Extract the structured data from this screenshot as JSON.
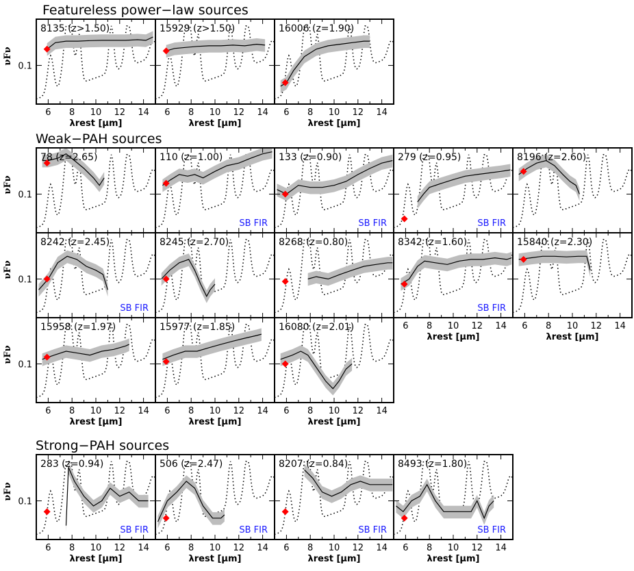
{
  "sections": [
    {
      "title": "Featureless power−law sources"
    },
    {
      "title": "Weak−PAH sources"
    },
    {
      "title": "Strong−PAH sources"
    }
  ],
  "axes": {
    "x_ticks": [
      "6",
      "8",
      "10",
      "12",
      "14"
    ],
    "y_tick": "0.1",
    "ylabel": "νFν",
    "xlabel": "λrest [μm]"
  },
  "sb_label": "SB FIR",
  "colors": {
    "spectrum": "#000000",
    "band": "#bdbdbd",
    "template": "#000000",
    "marker": "#ff0000",
    "sb_text": "#1a1aff"
  },
  "chart_data": {
    "type": "line",
    "x_range": [
      5,
      15
    ],
    "x_ticks": [
      6,
      8,
      10,
      12,
      14
    ],
    "y_scale": "log",
    "panels": [
      {
        "section": 0,
        "label": "8135 (z>1.50)",
        "sb": false,
        "marker": [
          5.9,
          0.14
        ],
        "x": [
          5.9,
          6.6,
          7.5,
          8.5,
          9.5,
          10.5,
          11.5,
          12.5,
          13.5,
          14.2,
          14.8
        ],
        "y": [
          0.14,
          0.16,
          0.165,
          0.165,
          0.167,
          0.168,
          0.168,
          0.168,
          0.17,
          0.168,
          0.18
        ]
      },
      {
        "section": 0,
        "label": "15929 (z>1.50)",
        "sb": false,
        "marker": [
          5.9,
          0.135
        ],
        "x": [
          5.9,
          6.6,
          7.5,
          8.5,
          9.5,
          10.5,
          11.5,
          12.5,
          13.5,
          14.2
        ],
        "y": [
          0.135,
          0.142,
          0.145,
          0.148,
          0.15,
          0.15,
          0.152,
          0.15,
          0.155,
          0.152
        ]
      },
      {
        "section": 0,
        "label": "16006 (z=1.90)",
        "sb": false,
        "marker": [
          5.9,
          0.07
        ],
        "x": [
          5.5,
          6.0,
          6.6,
          7.5,
          8.5,
          9.5,
          10.5,
          11.5,
          12.5,
          13.0
        ],
        "y": [
          0.065,
          0.07,
          0.09,
          0.12,
          0.14,
          0.15,
          0.155,
          0.16,
          0.165,
          0.165
        ]
      },
      {
        "section": 1,
        "label": "78 (z=2.65)",
        "sb": false,
        "marker": [
          5.9,
          0.19
        ],
        "x": [
          5.5,
          6.0,
          6.8,
          7.5,
          8.2,
          9.0,
          9.8,
          10.3,
          10.7
        ],
        "y": [
          0.2,
          0.2,
          0.21,
          0.23,
          0.2,
          0.17,
          0.14,
          0.12,
          0.14
        ]
      },
      {
        "section": 1,
        "label": "110 (z=1.00)",
        "sb": true,
        "marker": [
          5.9,
          0.125
        ],
        "x": [
          5.6,
          6.3,
          7.0,
          7.7,
          8.3,
          9.0,
          10.0,
          11.0,
          12.0,
          13.0,
          14.0,
          14.8
        ],
        "y": [
          0.12,
          0.135,
          0.15,
          0.145,
          0.15,
          0.14,
          0.16,
          0.18,
          0.19,
          0.21,
          0.23,
          0.24
        ]
      },
      {
        "section": 1,
        "label": "133 (z=0.90)",
        "sb": true,
        "marker": [
          5.9,
          0.1
        ],
        "x": [
          5.2,
          6.0,
          7.0,
          8.0,
          9.0,
          10.0,
          11.0,
          12.0,
          13.0,
          14.0,
          14.9
        ],
        "y": [
          0.11,
          0.1,
          0.12,
          0.115,
          0.115,
          0.12,
          0.13,
          0.15,
          0.17,
          0.19,
          0.2
        ]
      },
      {
        "section": 1,
        "label": "279 (z=0.95)",
        "sb": true,
        "marker": [
          5.9,
          0.06
        ],
        "x": [
          7.0,
          7.5,
          8.0,
          9.0,
          10.0,
          11.0,
          12.0,
          13.0,
          14.0,
          14.8
        ],
        "y": [
          0.085,
          0.1,
          0.115,
          0.125,
          0.135,
          0.145,
          0.15,
          0.155,
          0.16,
          0.165
        ]
      },
      {
        "section": 1,
        "label": "8196 (z=2.60)",
        "sb": false,
        "marker": [
          5.9,
          0.16
        ],
        "x": [
          5.5,
          6.2,
          7.0,
          7.8,
          8.5,
          9.2,
          9.8,
          10.3,
          10.6
        ],
        "y": [
          0.15,
          0.17,
          0.19,
          0.2,
          0.18,
          0.15,
          0.13,
          0.12,
          0.1
        ]
      },
      {
        "section": 1,
        "label": "8242 (z=2.45)",
        "sb": true,
        "marker": [
          5.9,
          0.1
        ],
        "x": [
          5.2,
          6.0,
          6.8,
          7.6,
          8.4,
          9.2,
          10.0,
          10.6,
          11.0
        ],
        "y": [
          0.08,
          0.1,
          0.14,
          0.16,
          0.15,
          0.13,
          0.12,
          0.11,
          0.08
        ]
      },
      {
        "section": 1,
        "label": "8245 (z=2.70)",
        "sb": false,
        "marker": [
          5.9,
          0.1
        ],
        "x": [
          5.5,
          6.2,
          7.0,
          7.8,
          8.3,
          8.8,
          9.3,
          9.6,
          10.0
        ],
        "y": [
          0.1,
          0.12,
          0.14,
          0.15,
          0.12,
          0.09,
          0.07,
          0.08,
          0.09
        ]
      },
      {
        "section": 1,
        "label": "8268 (z=0.80)",
        "sb": false,
        "marker": [
          5.9,
          0.095
        ],
        "x": [
          7.8,
          8.5,
          9.5,
          10.5,
          11.5,
          12.5,
          13.5,
          14.5,
          14.9
        ],
        "y": [
          0.1,
          0.105,
          0.1,
          0.11,
          0.12,
          0.13,
          0.135,
          0.14,
          0.14
        ]
      },
      {
        "section": 1,
        "label": "8342 (z=1.60)",
        "sb": true,
        "marker": [
          5.9,
          0.09
        ],
        "x": [
          5.6,
          6.3,
          7.0,
          7.6,
          8.5,
          9.5,
          10.5,
          11.5,
          12.5,
          13.5,
          14.5,
          14.9
        ],
        "y": [
          0.09,
          0.1,
          0.13,
          0.145,
          0.14,
          0.135,
          0.145,
          0.15,
          0.15,
          0.155,
          0.15,
          0.155
        ]
      },
      {
        "section": 1,
        "label": "15840 (z=2.30)",
        "sb": false,
        "marker": [
          5.9,
          0.15
        ],
        "x": [
          5.5,
          6.5,
          7.5,
          8.5,
          9.5,
          10.5,
          11.2,
          11.5
        ],
        "y": [
          0.15,
          0.155,
          0.16,
          0.16,
          0.158,
          0.16,
          0.16,
          0.12
        ]
      },
      {
        "section": 1,
        "label": "15958 (z=1.97)",
        "sb": false,
        "marker": [
          5.9,
          0.115
        ],
        "x": [
          5.5,
          6.5,
          7.5,
          8.5,
          9.5,
          10.5,
          11.5,
          12.5,
          12.8
        ],
        "y": [
          0.11,
          0.12,
          0.13,
          0.125,
          0.12,
          0.13,
          0.135,
          0.145,
          0.15
        ]
      },
      {
        "section": 1,
        "label": "15977 (z=1.85)",
        "sb": false,
        "marker": [
          5.9,
          0.105
        ],
        "x": [
          5.6,
          6.5,
          7.5,
          8.5,
          9.5,
          10.5,
          11.5,
          12.5,
          13.5,
          13.9
        ],
        "y": [
          0.11,
          0.12,
          0.13,
          0.13,
          0.14,
          0.15,
          0.16,
          0.17,
          0.18,
          0.185
        ]
      },
      {
        "section": 1,
        "label": "16080 (z=2.01)",
        "sb": false,
        "marker": [
          5.9,
          0.1
        ],
        "x": [
          5.5,
          6.5,
          7.2,
          7.8,
          8.6,
          9.3,
          9.9,
          10.4,
          11.0,
          11.5
        ],
        "y": [
          0.11,
          0.12,
          0.13,
          0.12,
          0.09,
          0.07,
          0.06,
          0.07,
          0.09,
          0.1
        ]
      },
      {
        "section": 2,
        "label": "283 (z=0.94)",
        "sb": true,
        "marker": [
          5.9,
          0.08
        ],
        "x": [
          7.5,
          7.7,
          8.2,
          9.0,
          9.8,
          10.5,
          11.2,
          12.0,
          12.8,
          13.6,
          14.4
        ],
        "y": [
          0.06,
          0.2,
          0.15,
          0.11,
          0.09,
          0.1,
          0.13,
          0.11,
          0.12,
          0.1,
          0.1
        ]
      },
      {
        "section": 2,
        "label": "506 (z=2.47)",
        "sb": true,
        "marker": [
          5.9,
          0.07
        ],
        "x": [
          5.2,
          6.0,
          6.8,
          7.6,
          8.3,
          9.0,
          9.8,
          10.5,
          10.8
        ],
        "y": [
          0.065,
          0.1,
          0.12,
          0.15,
          0.13,
          0.09,
          0.07,
          0.07,
          0.075
        ]
      },
      {
        "section": 2,
        "label": "8207 (z=0.84)",
        "sb": true,
        "marker": [
          5.9,
          0.08
        ],
        "x": [
          7.5,
          8.2,
          9.0,
          9.8,
          10.6,
          11.4,
          12.2,
          13.0,
          14.0,
          14.9
        ],
        "y": [
          0.19,
          0.16,
          0.12,
          0.11,
          0.12,
          0.14,
          0.15,
          0.14,
          0.14,
          0.14
        ]
      },
      {
        "section": 2,
        "label": "8493 (z=1.80)",
        "sb": true,
        "marker": [
          5.9,
          0.07
        ],
        "x": [
          5.2,
          5.8,
          6.5,
          7.2,
          7.8,
          8.5,
          9.2,
          10.0,
          10.8,
          11.5,
          12.0,
          12.6,
          13.0,
          13.4
        ],
        "y": [
          0.09,
          0.08,
          0.1,
          0.11,
          0.14,
          0.1,
          0.08,
          0.08,
          0.08,
          0.08,
          0.1,
          0.07,
          0.09,
          0.1
        ]
      }
    ]
  }
}
